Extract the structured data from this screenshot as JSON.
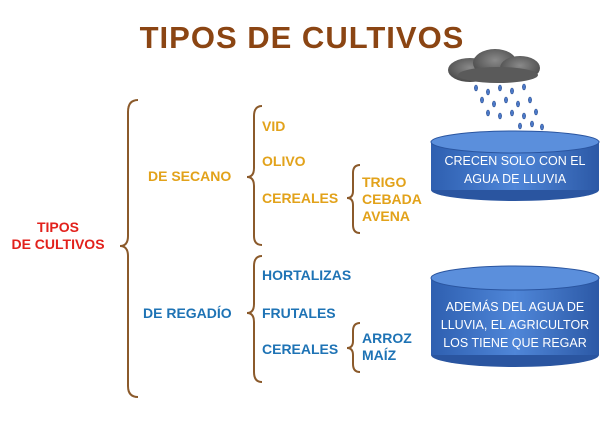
{
  "title": "TIPOS DE CULTIVOS",
  "root": {
    "line1": "TIPOS",
    "line2": "DE CULTIVOS"
  },
  "secano": {
    "label": "DE SECANO",
    "items": [
      "VID",
      "OLIVO",
      "CEREALES"
    ],
    "cereales": [
      "TRIGO",
      "CEBADA",
      "AVENA"
    ],
    "note": {
      "line1": "CRECEN SOLO CON EL",
      "line2": "AGUA DE LLUVIA"
    }
  },
  "regadio": {
    "label": "DE REGADÍO",
    "items": [
      "HORTALIZAS",
      "FRUTALES",
      "CEREALES"
    ],
    "cereales": [
      "ARROZ",
      "MAÍZ"
    ],
    "note": {
      "line1": "ADEMÁS DEL AGUA DE",
      "line2": "LLUVIA, EL AGRICULTOR",
      "line3": "LOS TIENE QUE REGAR"
    }
  },
  "colors": {
    "title": "#8B4513",
    "root": "#E2211C",
    "secano": "#E2A21A",
    "regadio": "#1E73B5",
    "brace": "#8B5A2B",
    "cylinder": "#3F74C8"
  },
  "icons": {
    "rain": "rain-cloud-icon"
  }
}
